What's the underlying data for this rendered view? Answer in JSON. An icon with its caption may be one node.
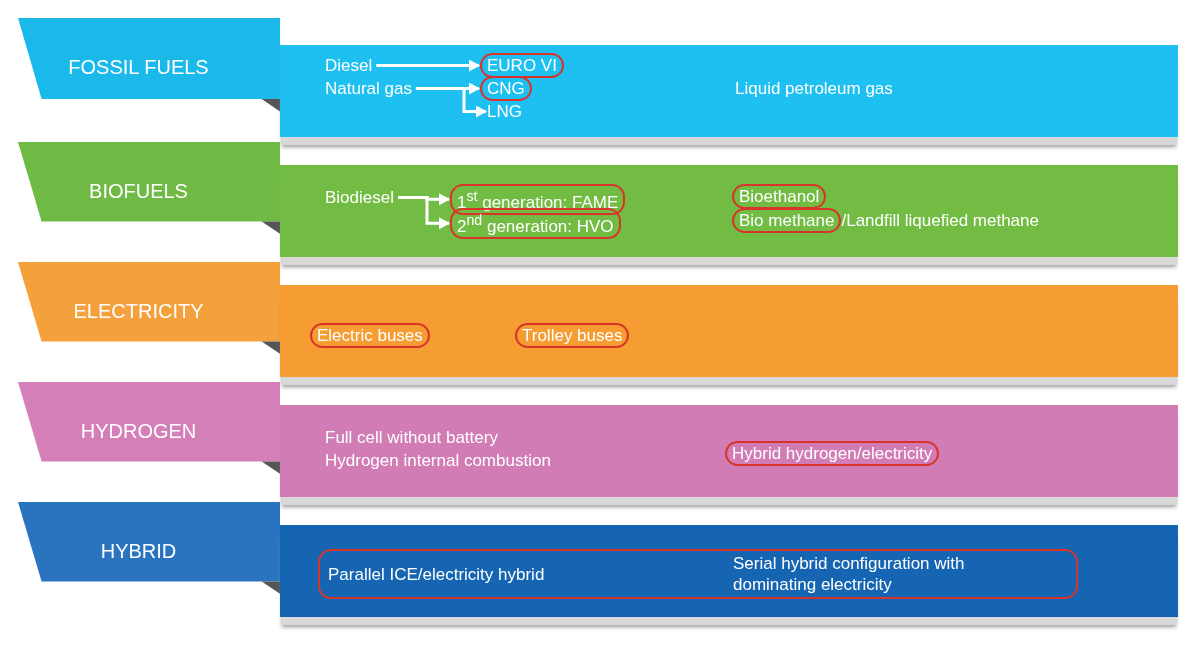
{
  "diagram": {
    "nodes": [
      {
        "text": [
          "FOSSIL FUELS"
        ]
      },
      {
        "text": [],
        "shape": "bar"
      },
      {
        "text": [
          "Diesel"
        ],
        "in": 1
      },
      {
        "text": [
          "Natural gas"
        ],
        "in": 1
      },
      {
        "text": [
          "EURO VI"
        ],
        "in": 1
      },
      {
        "text": [
          "CNG"
        ],
        "in": 1
      },
      {
        "text": [
          "LNG"
        ],
        "in": 1
      },
      {
        "text": [
          "BIOFUELS"
        ]
      },
      {
        "text": [],
        "shape": "bar"
      },
      {
        "text": [
          "Biodiesel"
        ],
        "in": 8
      },
      {
        "text": [
          "1$^{st}$ generation: FAME"
        ],
        "in": 8
      },
      {
        "text": [
          "2$^{nd}$ generation: HVO"
        ],
        "in": 8
      },
      {
        "text": [
          "Bioethanol"
        ],
        "in": 8
      },
      {
        "text": [
          "Bio methane"
        ],
        "in": 8
      },
      {
        "text": [
          "ELECTRICITY"
        ]
      },
      {
        "text": [],
        "shape": "bar"
      },
      {
        "text": [
          "Electric buses"
        ],
        "in": 15
      },
      {
        "text": [
          "Trolley buses"
        ],
        "in": 15
      },
      {
        "text": [
          "HYDROGEN"
        ]
      },
      {
        "text": [],
        "shape": "bar"
      },
      {
        "text": [
          "Hybrid hydrogen/electricity"
        ],
        "in": 19
      },
      {
        "text": [
          "HYBRID"
        ]
      },
      {
        "text": [],
        "shape": "bar"
      },
      {
        "text": [
          "Parallel ICE/electricity hybrid",
          "Serial hybrid configuration with dominating electricity"
        ],
        "in": 22
      }
    ],
    "edges": [
      {
        "from": 2,
        "to": 4,
        "arrow": "to"
      },
      {
        "from": 3,
        "to": 5,
        "arrow": "to"
      },
      {
        "from": 3,
        "to": 6,
        "arrow": "to"
      },
      {
        "from": 9,
        "to": 10,
        "arrow": "to"
      },
      {
        "from": 9,
        "to": 11,
        "arrow": "to"
      }
    ],
    "labels": [
      "Liquid petroleum gas",
      "/Landfill liquefied methane",
      "Full cell without battery",
      "Hydrogen internal combustion"
    ]
  }
}
